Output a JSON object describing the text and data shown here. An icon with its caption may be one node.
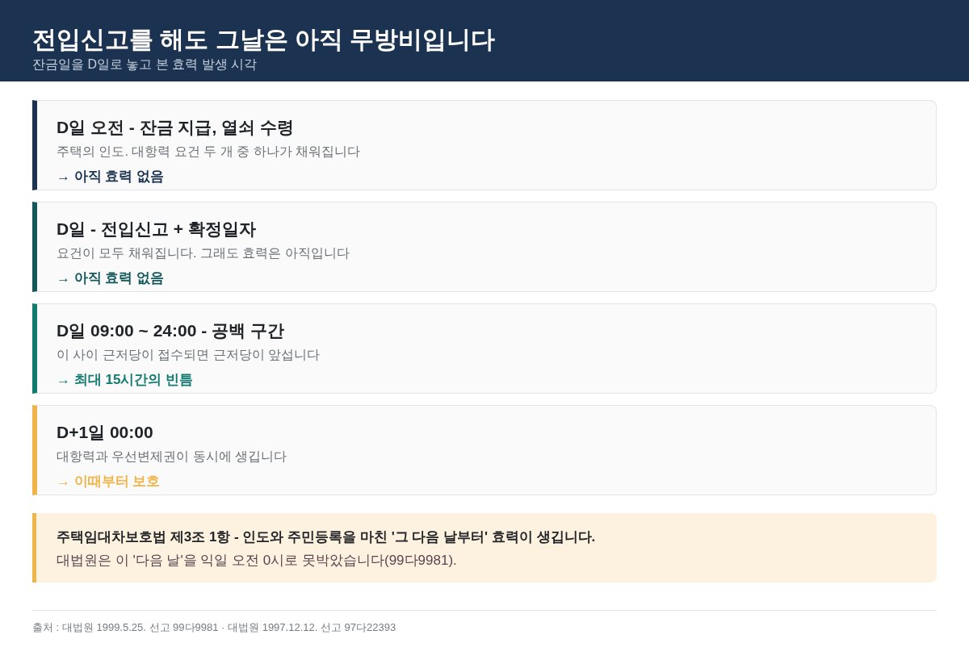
{
  "diagram": {
    "title": "전입신고를 해도 그날은 아직 무방비입니다",
    "nodes": [
      {
        "text": [
          "D일 오전 - 잔금 지급, 열쇠 수령",
          "주택의 인도. 대항력 요건 두 개 중 하나가 채워집니다",
          "→ 아직 효력 없음"
        ]
      },
      {
        "text": [
          "D일 - 전입신고 + 확정일자",
          "요건이 모두 채워집니다. 그래도 효력은 아직입니다",
          "→ 아직 효력 없음"
        ]
      },
      {
        "text": [
          "D일 09:00 ~ 24:00 - 공백 구간",
          "이 사이 근저당이 접수되면 근저당이 앞섭니다",
          "→ 최대 15시간의 빈틈"
        ]
      },
      {
        "text": [
          "D+1일 00:00",
          "대항력과 우선변제권이 동시에 생깁니다",
          "→ 이때부터 보호"
        ]
      },
      {
        "text": [
          "주택임대차보호법 제3조 1항 - 인도와 주민등록을 마친 '그 다음 날부터' 효력이 생깁니다.",
          "대법원은 이 '다음 날'을 익일 오전 0시로 못박았습니다(99다9981)."
        ]
      }
    ],
    "labels": [
      "잔금일을 D일로 놓고 본 효력 발생 시각",
      "출처 : 대법원 1999.5.25. 선고 99다9981 · 대법원 1997.12.12. 선고 97다22393"
    ]
  }
}
